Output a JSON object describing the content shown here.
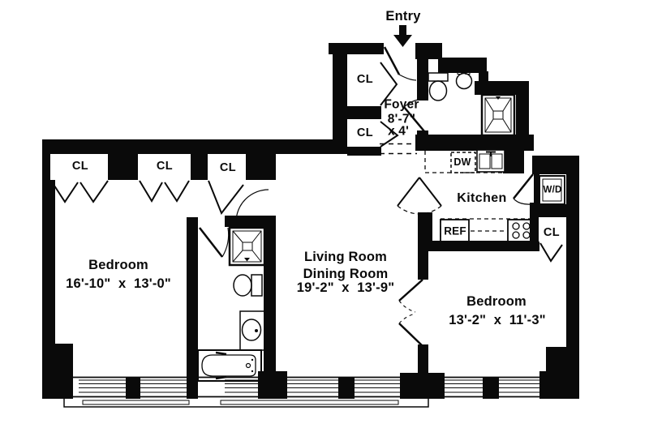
{
  "colors": {
    "wall": "#0a0a0a",
    "background": "#ffffff"
  },
  "entry": {
    "label": "Entry"
  },
  "rooms": {
    "foyer": {
      "name": "Foyer",
      "dim_line1": "8'-7\"",
      "dim_line2": "x 4'"
    },
    "living_dining": {
      "name_line1": "Living Room",
      "name_line2": "Dining Room",
      "dims": "19'-2\"  x  13'-9\""
    },
    "bedroom_left": {
      "name": "Bedroom",
      "dims": "16'-10\"  x  13'-0\""
    },
    "bedroom_right": {
      "name": "Bedroom",
      "dims": "13'-2\"  x  11'-3\""
    },
    "kitchen": {
      "name": "Kitchen"
    }
  },
  "closets": [
    "CL",
    "CL",
    "CL",
    "CL",
    "CL",
    "CL"
  ],
  "appliances": {
    "dishwasher": "DW",
    "refrigerator": "REF",
    "washer_dryer": "W/D"
  }
}
